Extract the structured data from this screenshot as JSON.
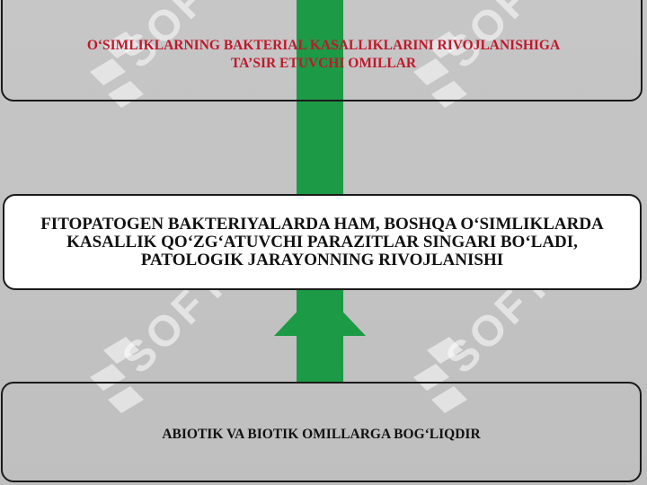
{
  "slide": {
    "top_box": {
      "line1": "O‘SIMLIKLARNING BAKTERIAL KASALLIKLARINI RIVOJLANISHIGA",
      "line2": "TA’SIR ETUVCHI OMILLAR"
    },
    "middle_box": {
      "text": "FITOPATOGEN BAKTERIYALARDA HAM, BOSHQA O‘SIMLIKLARDA KASALLIK QO‘ZG‘ATUVCHI PARAZITLAR SINGARI  BO‘LADI, PATOLOGIK JARAYONNING RIVOJLANISHI"
    },
    "bottom_box": {
      "text": "ABIOTIK VA BIOTIK OMILLARGA BOG‘LIQDIR"
    }
  },
  "watermark": {
    "text": "SOFT"
  },
  "colors": {
    "background": "#c3c3c3",
    "arrow": "#1c9a46",
    "title_text": "#c0182c",
    "body_text": "#111111",
    "watermark": "#ffffff",
    "box_border": "#1a1a1a"
  },
  "icons": {
    "watermark_logo": "soft-logo-icon",
    "arrow": "up-arrow-icon"
  }
}
